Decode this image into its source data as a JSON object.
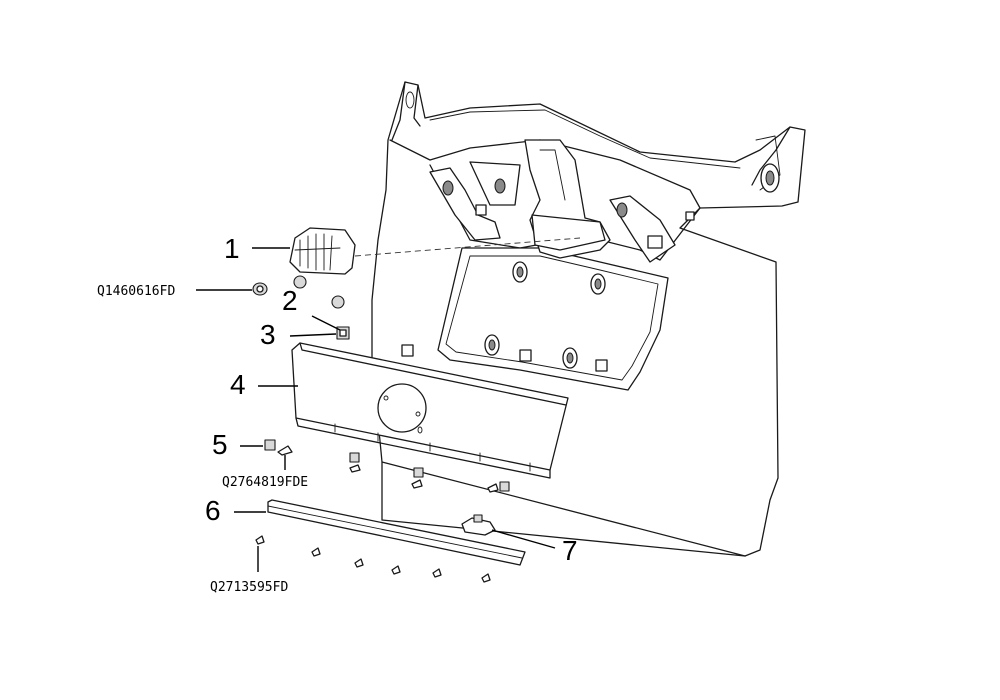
{
  "callouts": [
    {
      "id": "1",
      "label": "1"
    },
    {
      "id": "2",
      "label": "2"
    },
    {
      "id": "3",
      "label": "3"
    },
    {
      "id": "4",
      "label": "4"
    },
    {
      "id": "5",
      "label": "5"
    },
    {
      "id": "6",
      "label": "6"
    },
    {
      "id": "7",
      "label": "7"
    }
  ],
  "part_codes": {
    "q1460616fd": "Q1460616FD",
    "q2764819fde": "Q2764819FDE",
    "q2713595fd": "Q2713595FD"
  }
}
